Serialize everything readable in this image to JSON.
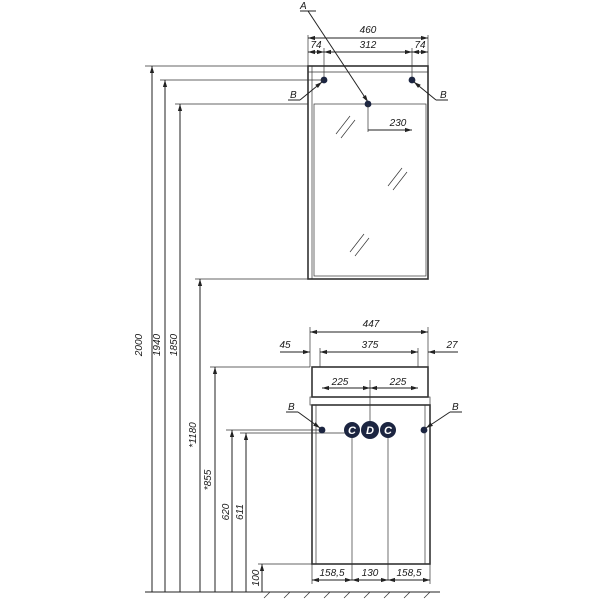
{
  "diagram": {
    "top_labels": {
      "overall_width": "460",
      "left_offset": "74",
      "middle_span": "312",
      "right_offset": "74",
      "point_a": "A"
    },
    "mirror": {
      "hole_label_left": "B",
      "hole_label_right": "B",
      "center_offset": "230"
    },
    "vertical_dims": {
      "h2000": "2000",
      "h1940": "1940",
      "h1850": "1850",
      "h1180": "*1180",
      "h855": "*855",
      "h620": "620",
      "h611": "611",
      "h100": "100"
    },
    "cabinet": {
      "overall_width": "447",
      "left_overhang": "45",
      "inner_width": "375",
      "right_overhang": "27",
      "half_left": "225",
      "half_right": "225",
      "hole_label_left": "B",
      "hole_label_right": "B",
      "connections": [
        "C",
        "D",
        "C"
      ],
      "bottom_left": "158,5",
      "bottom_mid": "130",
      "bottom_right": "158,5"
    }
  }
}
